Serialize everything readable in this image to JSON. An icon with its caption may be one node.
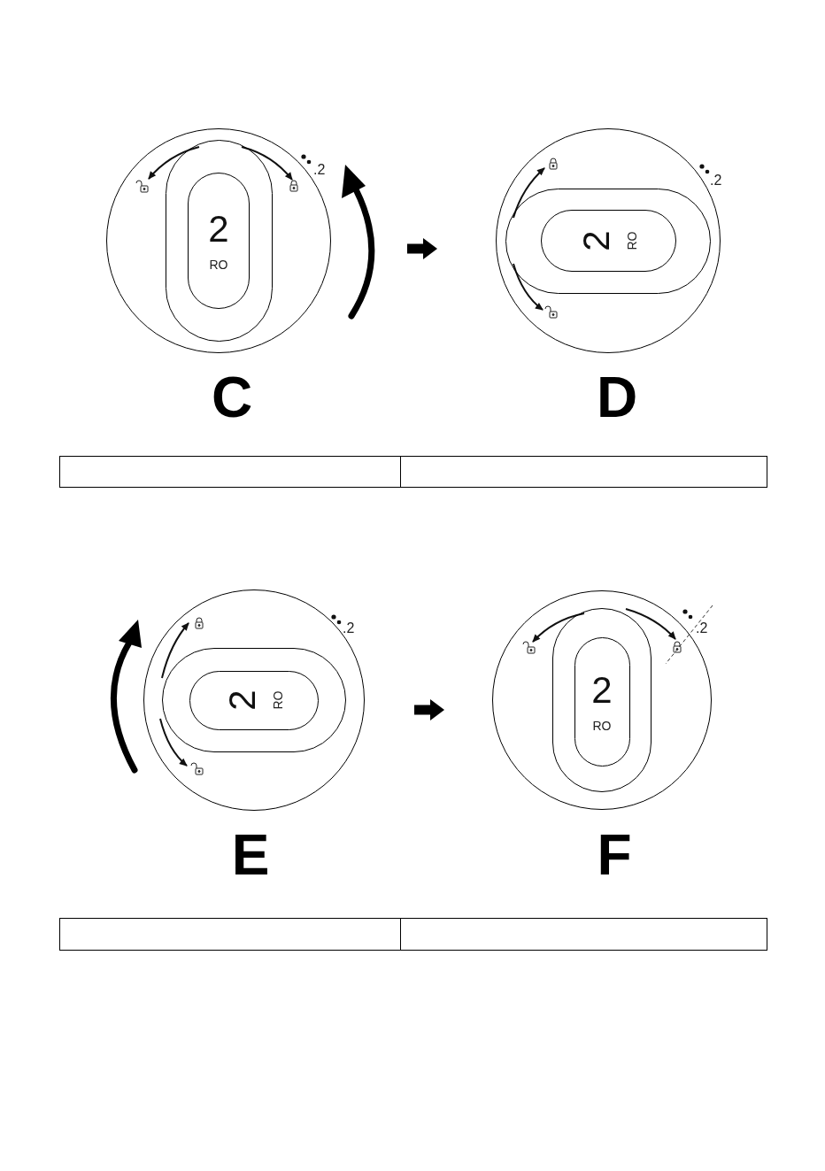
{
  "diagram": {
    "nodes": [
      {
        "text": [],
        "shape": "circle",
        "beside": [
          "C"
        ]
      },
      {
        "text": [
          "2",
          "RO"
        ],
        "in": 0
      },
      {
        "text": [],
        "shape": "circle",
        "beside": [
          "D"
        ]
      },
      {
        "text": [
          "2",
          "RO"
        ],
        "in": 2
      },
      {
        "text": [],
        "shape": "circle",
        "beside": [
          "E"
        ]
      },
      {
        "text": [
          "2",
          "RO"
        ],
        "in": 4
      },
      {
        "text": [],
        "shape": "circle",
        "beside": [
          "F"
        ]
      },
      {
        "text": [
          "2",
          "RO"
        ],
        "in": 6
      }
    ],
    "edges": [
      {
        "from": 0,
        "to": 2,
        "arrow": "to"
      },
      {
        "from": 4,
        "to": 6,
        "arrow": "to"
      }
    ],
    "labels": [
      ".2",
      ".2",
      ".2",
      ".2"
    ]
  }
}
